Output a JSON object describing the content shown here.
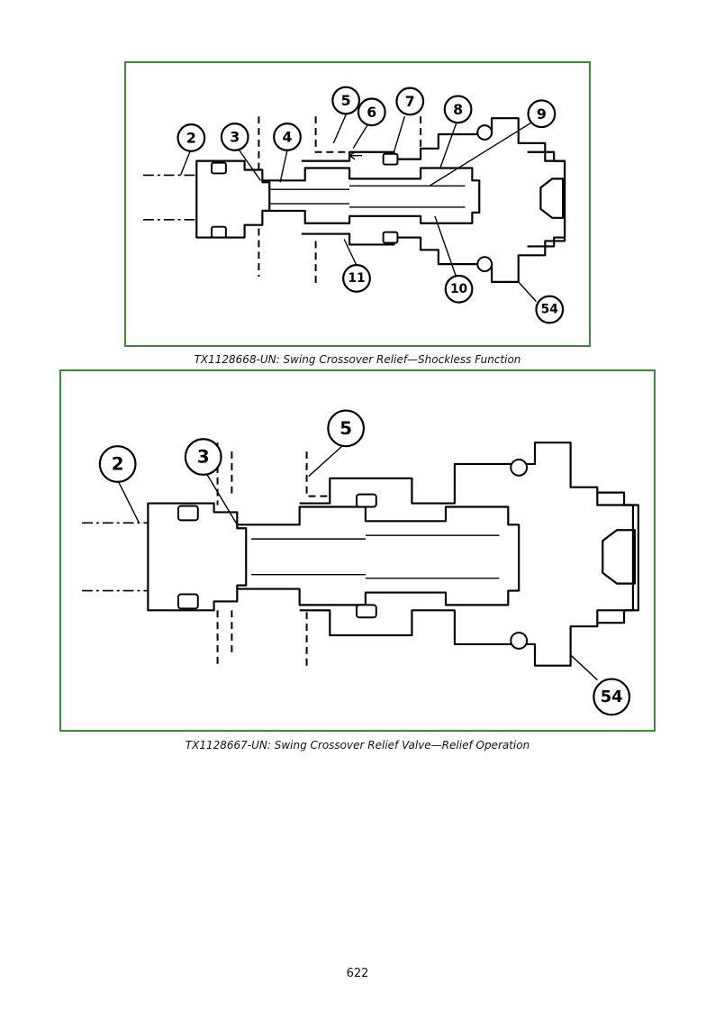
{
  "figures": [
    {
      "caption": "TX1128668-UN: Swing Crossover Relief—Shockless Function",
      "callouts": [
        "2",
        "3",
        "4",
        "5",
        "6",
        "7",
        "8",
        "9",
        "10",
        "11",
        "54"
      ]
    },
    {
      "caption": "TX1128667-UN: Swing Crossover Relief Valve—Relief Operation",
      "callouts": [
        "2",
        "3",
        "5",
        "54"
      ]
    }
  ],
  "page_number": "622",
  "colors": {
    "figure_border": "#3a8a3a",
    "line": "#000000"
  }
}
